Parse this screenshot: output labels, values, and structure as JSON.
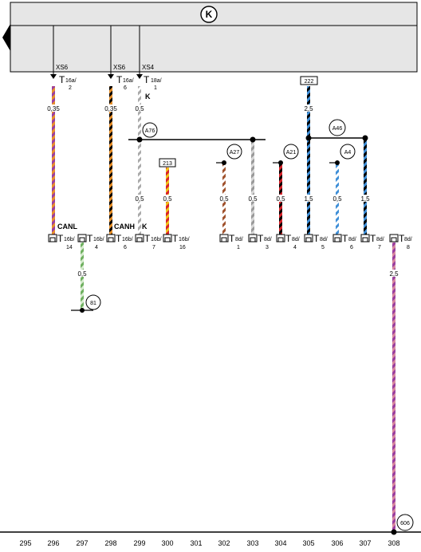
{
  "bus_symbol": "K",
  "top_pins": [
    {
      "harness": "XS6",
      "conn": "T",
      "sub": "16a/",
      "pin": "2",
      "size": "0,35",
      "wire_label": "",
      "colors": [
        "#e8902a",
        "#9a3fa0"
      ]
    },
    {
      "harness": "XS6",
      "conn": "T",
      "sub": "16a/",
      "pin": "6",
      "size": "0,35",
      "wire_label": "",
      "colors": [
        "#000000",
        "#e8902a"
      ]
    },
    {
      "harness": "XS4",
      "conn": "T",
      "sub": "18a/",
      "pin": "1",
      "size": "0,5",
      "wire_label": "K",
      "colors": [
        "#aaaaaa",
        "#ffffff"
      ]
    }
  ],
  "box_labels": [
    "213",
    "222"
  ],
  "circle_labels": [
    "A76",
    "A27",
    "A21",
    "A4",
    "A46",
    "81",
    "606"
  ],
  "signal_labels": [
    "CANL",
    "CANH",
    "K"
  ],
  "bottom_connectors": [
    {
      "sub": "16b/",
      "pin": "14"
    },
    {
      "sub": "16b/",
      "pin": "4"
    },
    {
      "sub": "16b/",
      "pin": "6"
    },
    {
      "sub": "16b/",
      "pin": "7"
    },
    {
      "sub": "16b/",
      "pin": "16"
    },
    {
      "sub": "8d/",
      "pin": "1"
    },
    {
      "sub": "8d/",
      "pin": "3"
    },
    {
      "sub": "8d/",
      "pin": "4"
    },
    {
      "sub": "8d/",
      "pin": "5"
    },
    {
      "sub": "8d/",
      "pin": "6"
    },
    {
      "sub": "8d/",
      "pin": "7"
    },
    {
      "sub": "8d/",
      "pin": "8"
    }
  ],
  "bottom_prefix": "T",
  "wire_sizes": {
    "w213": "0,5",
    "wk": "0,5",
    "w222_top": "2,5",
    "wA27": "0,5",
    "w303": "0,5",
    "wA21": "0,5",
    "w305": "1,5",
    "wA4": "0,5",
    "w307": "1,5",
    "w81": "0,5",
    "w308": "2,5"
  },
  "track_numbers": [
    "295",
    "296",
    "297",
    "298",
    "299",
    "300",
    "301",
    "302",
    "303",
    "304",
    "305",
    "306",
    "307",
    "308"
  ],
  "colors": {
    "frame_fill": "#e6e6e6",
    "orange": "#e8902a",
    "violet": "#9a3fa0",
    "grey": "#aaaaaa",
    "red": "#d8232a",
    "yellow": "#f0c419",
    "blue": "#3f8fd8",
    "green": "#6fb060",
    "brown": "#a0522d",
    "pink": "#d88aa0"
  }
}
